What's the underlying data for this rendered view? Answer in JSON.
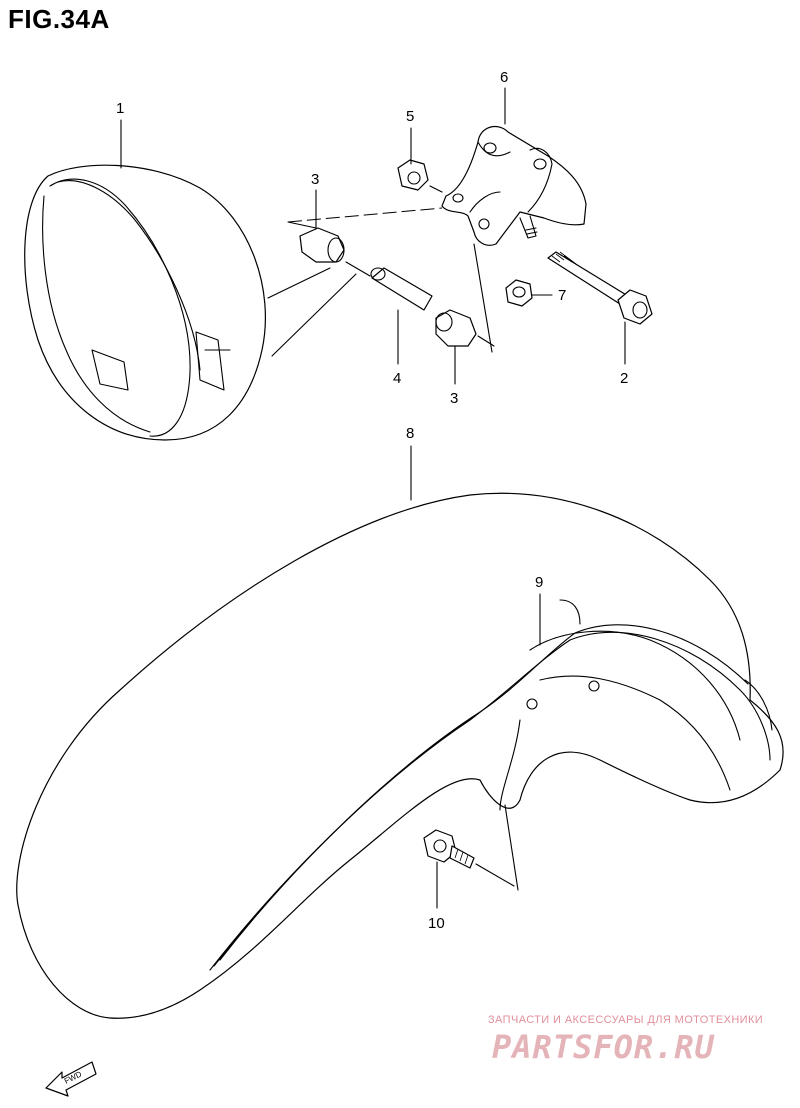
{
  "figure": {
    "title": "FIG.34A"
  },
  "callouts": {
    "c1": "1",
    "c2": "2",
    "c3a": "3",
    "c3b": "3",
    "c4": "4",
    "c5": "5",
    "c6": "6",
    "c7": "7",
    "c8": "8",
    "c9": "9",
    "c10": "10"
  },
  "fwd_label": "FWD",
  "watermark": {
    "caption": "ЗАПЧАСТИ И АКСЕССУАРЫ ДЛЯ МОТОТЕХНИКИ",
    "logo": "PARTSFOR.RU",
    "color": "#e4b4b8"
  }
}
